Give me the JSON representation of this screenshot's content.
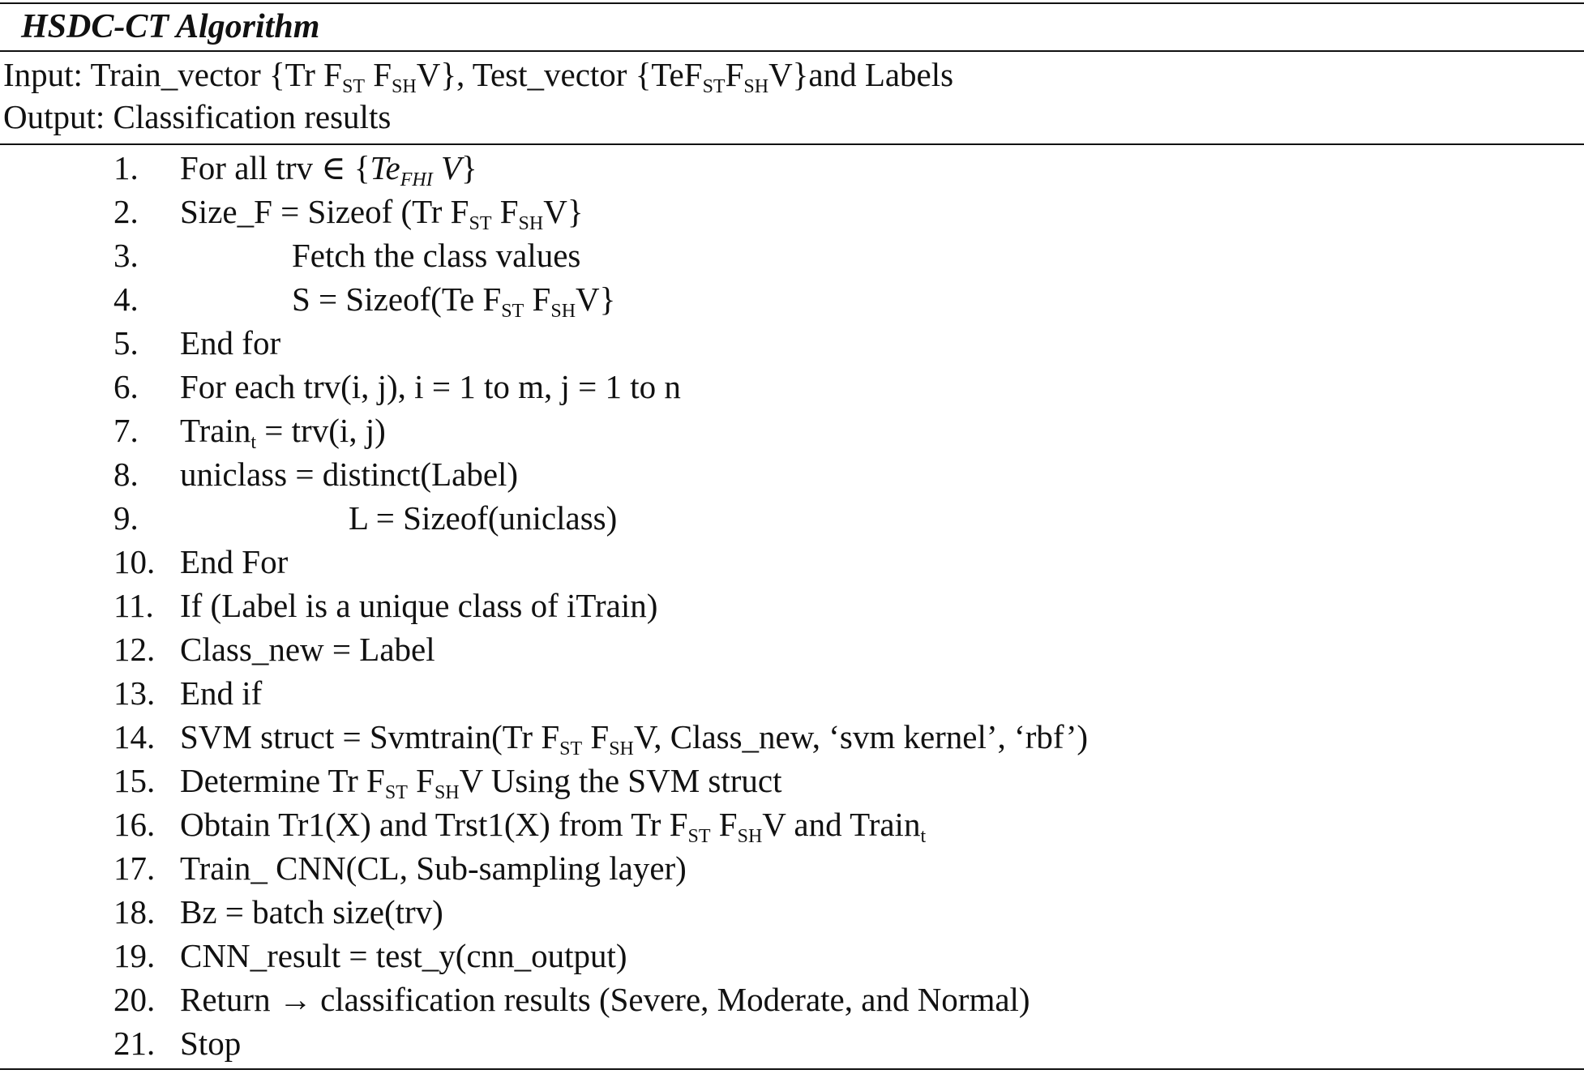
{
  "algorithm": {
    "title": "HSDC-CT Algorithm",
    "input": {
      "label": "Input: Train_vector {Tr F",
      "parts": [
        "ST",
        " F",
        "SH",
        "V}, Test_vector {TeF",
        "ST",
        "F",
        "SH",
        "V}and Labels"
      ]
    },
    "output": "Output: Classification results",
    "steps": [
      {
        "num": "1.",
        "parts": [
          "For all trv ∈ {",
          "Te",
          "FHI",
          " V",
          "}"
        ]
      },
      {
        "num": "2.",
        "parts": [
          "Size_F = Sizeof (Tr F",
          "ST",
          " F",
          "SH",
          "V}"
        ]
      },
      {
        "num": "3.",
        "parts": [
          "Fetch the class values"
        ]
      },
      {
        "num": "4.",
        "parts": [
          "S = Sizeof(Te F",
          "ST",
          " F",
          "SH",
          "V}"
        ]
      },
      {
        "num": "5.",
        "parts": [
          "End for"
        ]
      },
      {
        "num": "6.",
        "parts": [
          "For each trv(i, j), i = 1 to m, j = 1 to n"
        ]
      },
      {
        "num": "7.",
        "parts": [
          "Train",
          "t",
          " = trv(i, j)"
        ]
      },
      {
        "num": "8.",
        "parts": [
          "uniclass = distinct(Label)"
        ]
      },
      {
        "num": "9.",
        "parts": [
          "L = Sizeof(uniclass)"
        ]
      },
      {
        "num": "10.",
        "parts": [
          "End For"
        ]
      },
      {
        "num": "11.",
        "parts": [
          "If (Label is a unique class of iTrain)"
        ]
      },
      {
        "num": "12.",
        "parts": [
          "Class_new = Label"
        ]
      },
      {
        "num": "13.",
        "parts": [
          "End if"
        ]
      },
      {
        "num": "14.",
        "parts": [
          "SVM struct = Svmtrain(Tr F",
          "ST",
          " F",
          "SH",
          "V, Class_new, ‘svm kernel’, ‘rbf’)"
        ]
      },
      {
        "num": "15.",
        "parts": [
          "Determine Tr F",
          "ST",
          " F",
          "SH",
          "V Using the SVM struct"
        ]
      },
      {
        "num": "16.",
        "parts": [
          "Obtain Tr1(X) and Trst1(X) from Tr F",
          "ST",
          " F",
          "SH",
          "V and Train",
          "t"
        ]
      },
      {
        "num": "17.",
        "parts": [
          "Train_ CNN(CL, Sub-sampling layer)"
        ]
      },
      {
        "num": "18.",
        "parts": [
          "Bz = batch size(trv)"
        ]
      },
      {
        "num": "19.",
        "parts": [
          "CNN_result = test_y(cnn_output)"
        ]
      },
      {
        "num": "20.",
        "parts": [
          "Return → classification results (Severe, Moderate, and Normal)"
        ]
      },
      {
        "num": "21.",
        "parts": [
          "Stop"
        ]
      }
    ]
  }
}
